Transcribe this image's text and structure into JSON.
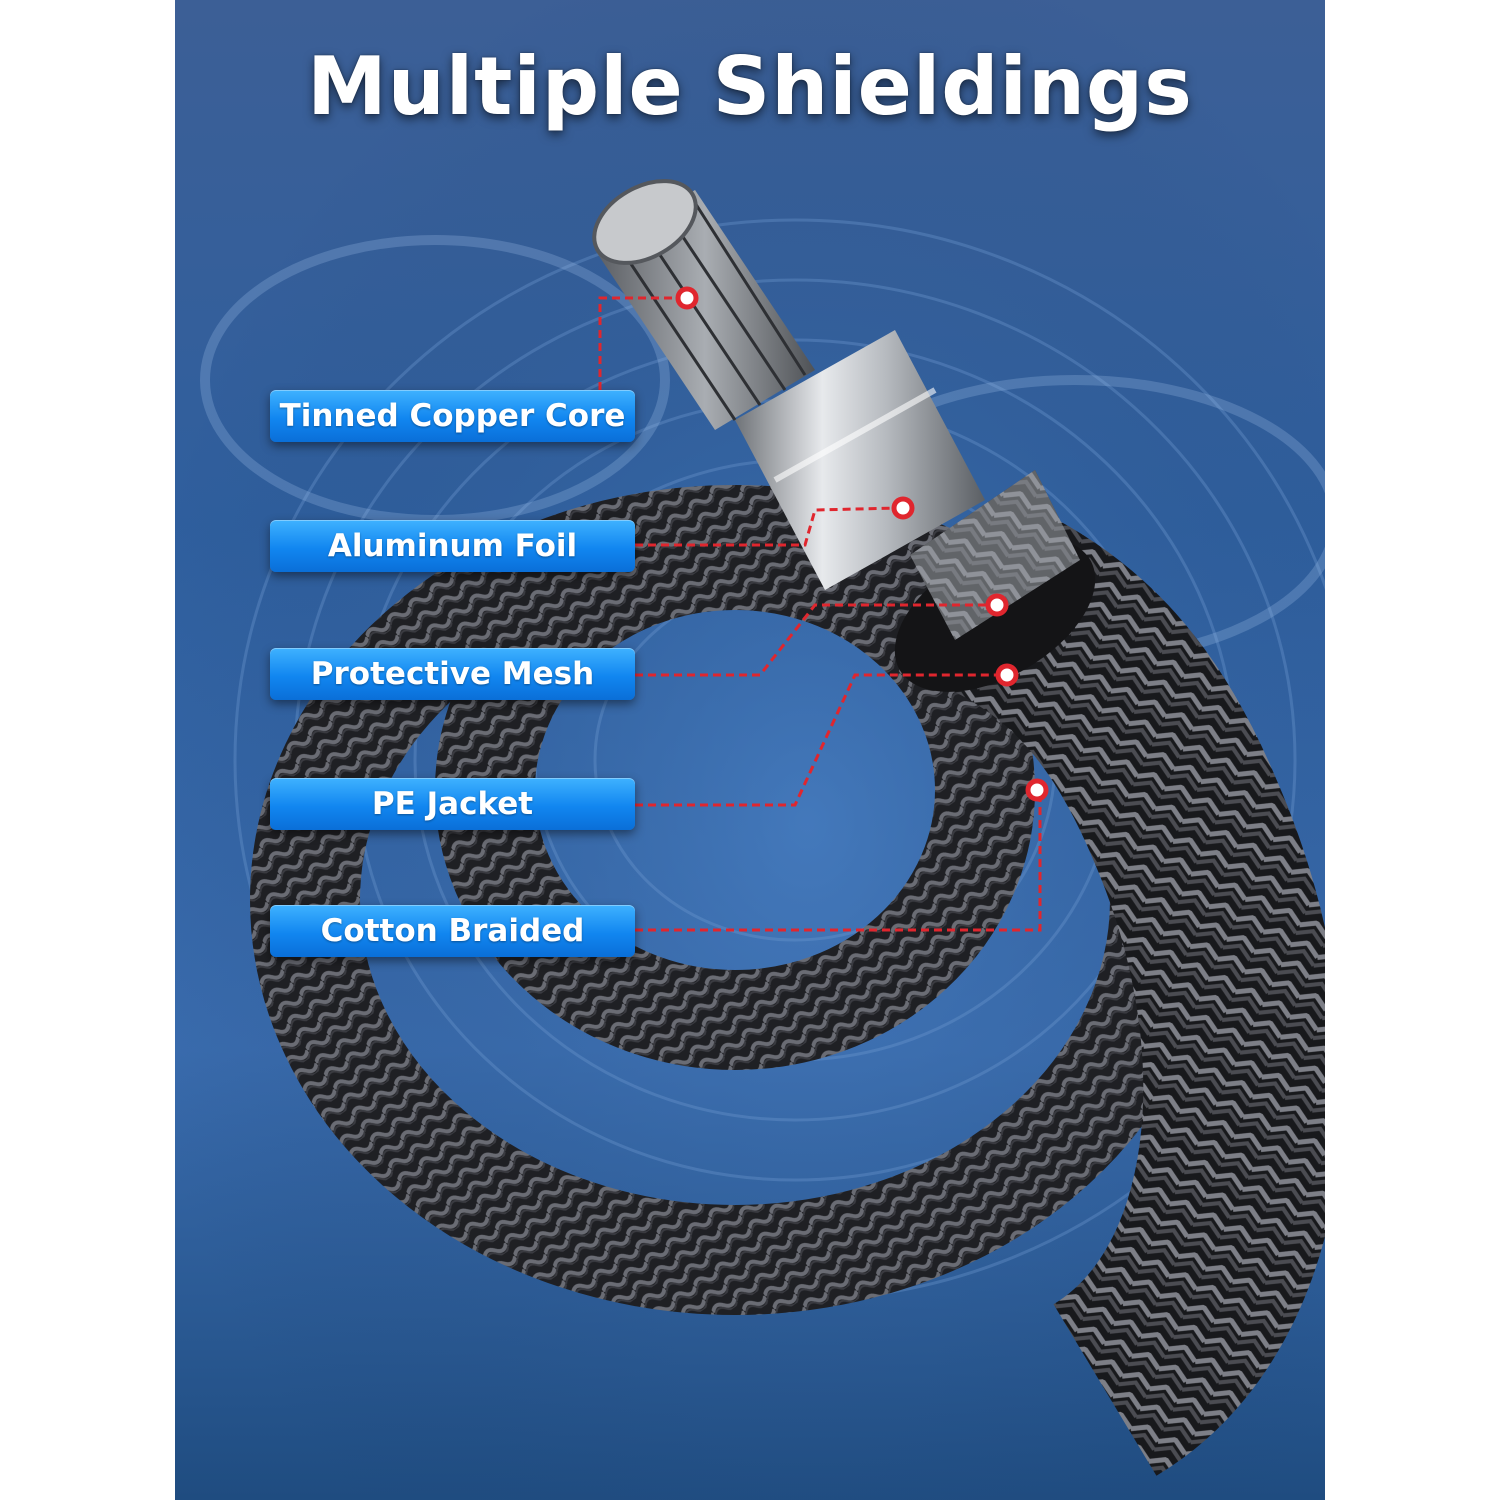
{
  "title": "Multiple Shieldings",
  "layers": [
    {
      "label": "Tinned Copper Core"
    },
    {
      "label": "Aluminum Foil"
    },
    {
      "label": "Protective Mesh"
    },
    {
      "label": "PE Jacket"
    },
    {
      "label": "Cotton Braided"
    }
  ],
  "colors": {
    "background": "#2f5f9e",
    "label_fill": "#1a8ff5",
    "leader_line": "#e0262e",
    "cable_braid": "#2a2b30"
  }
}
